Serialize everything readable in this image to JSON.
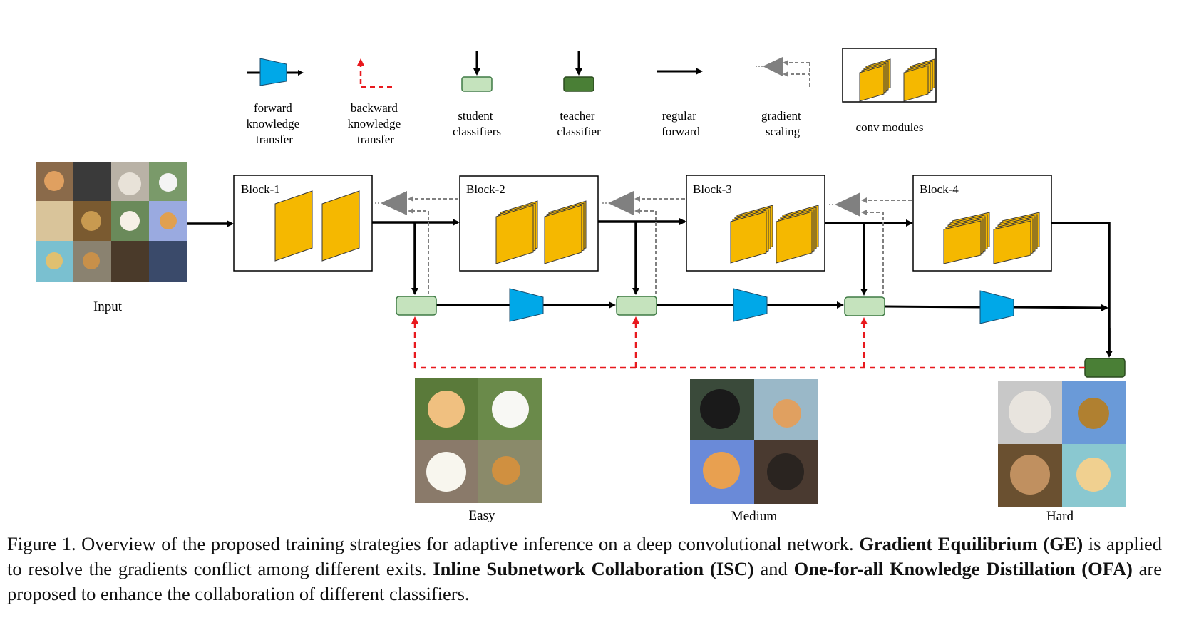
{
  "legend": {
    "items": [
      {
        "key": "fkt",
        "lines": [
          "forward",
          "knowledge",
          "transfer"
        ]
      },
      {
        "key": "bkt",
        "lines": [
          "backward",
          "knowledge",
          "transfer"
        ]
      },
      {
        "key": "student",
        "lines": [
          "student",
          "classifiers"
        ]
      },
      {
        "key": "teacher",
        "lines": [
          "teacher",
          "classifier"
        ]
      },
      {
        "key": "regular",
        "lines": [
          "regular",
          "forward"
        ]
      },
      {
        "key": "gradient",
        "lines": [
          "gradient",
          "scaling"
        ]
      },
      {
        "key": "conv",
        "lines": [
          "conv modules"
        ]
      }
    ]
  },
  "blocks": [
    {
      "label": "Block-1",
      "stack": 1
    },
    {
      "label": "Block-2",
      "stack": 3
    },
    {
      "label": "Block-3",
      "stack": 4
    },
    {
      "label": "Block-4",
      "stack": 5
    }
  ],
  "images": {
    "input_label": "Input",
    "easy_label": "Easy",
    "medium_label": "Medium",
    "hard_label": "Hard"
  },
  "colors": {
    "conv_fill": "#f5b800",
    "conv_edge": "#3a3a3a",
    "fkt_fill": "#00a8e8",
    "student_fill": "#c5e3bd",
    "student_edge": "#3f7a45",
    "teacher_fill": "#4a7f36",
    "arrow": "#000000",
    "gradient": "#808080",
    "backward": "#e8191e"
  },
  "caption": {
    "p1": "Figure 1. Overview of the proposed training strategies for adaptive inference on a deep convolutional network.",
    "b1": "Gradient Equilibrium (GE)",
    "p2": "is applied to resolve the gradients conflict among different exits.",
    "b2": "Inline Subnetwork Collaboration (ISC)",
    "p3": "and",
    "b3": "One-for-all Knowledge Distillation (OFA)",
    "p4": "are proposed to enhance the collaboration of different classifiers."
  }
}
